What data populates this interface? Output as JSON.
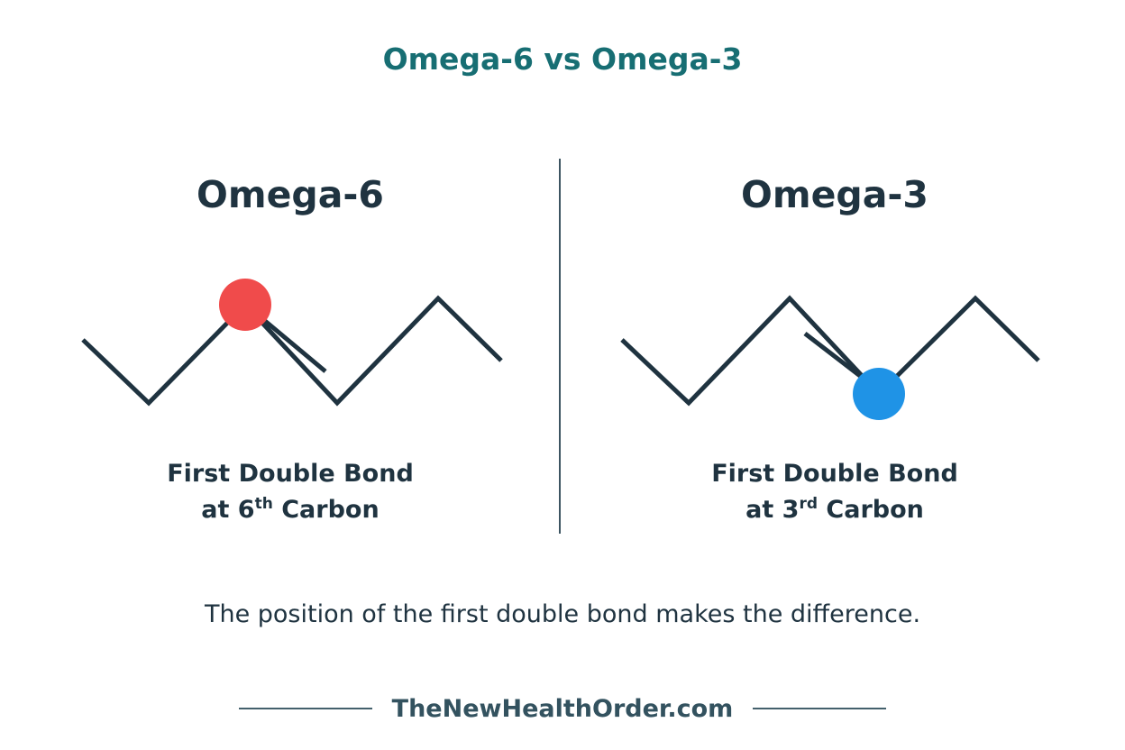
{
  "title": "Omega-6 vs Omega-3",
  "panels": [
    {
      "heading": "Omega-6",
      "marker_color": "#f04b4b",
      "caption_line1": "First Double Bond",
      "caption_prefix": "at 6",
      "caption_sup": "th",
      "caption_suffix": " Carbon"
    },
    {
      "heading": "Omega-3",
      "marker_color": "#1f93e6",
      "caption_line1": "First Double Bond",
      "caption_prefix": "at 3",
      "caption_sup": "rd",
      "caption_suffix": " Carbon"
    }
  ],
  "tagline": "The position of the first double bond makes the difference.",
  "footer": "TheNewHealthOrder.com",
  "colors": {
    "title": "#176e73",
    "text": "#1f3340",
    "bond": "#1f3340"
  }
}
